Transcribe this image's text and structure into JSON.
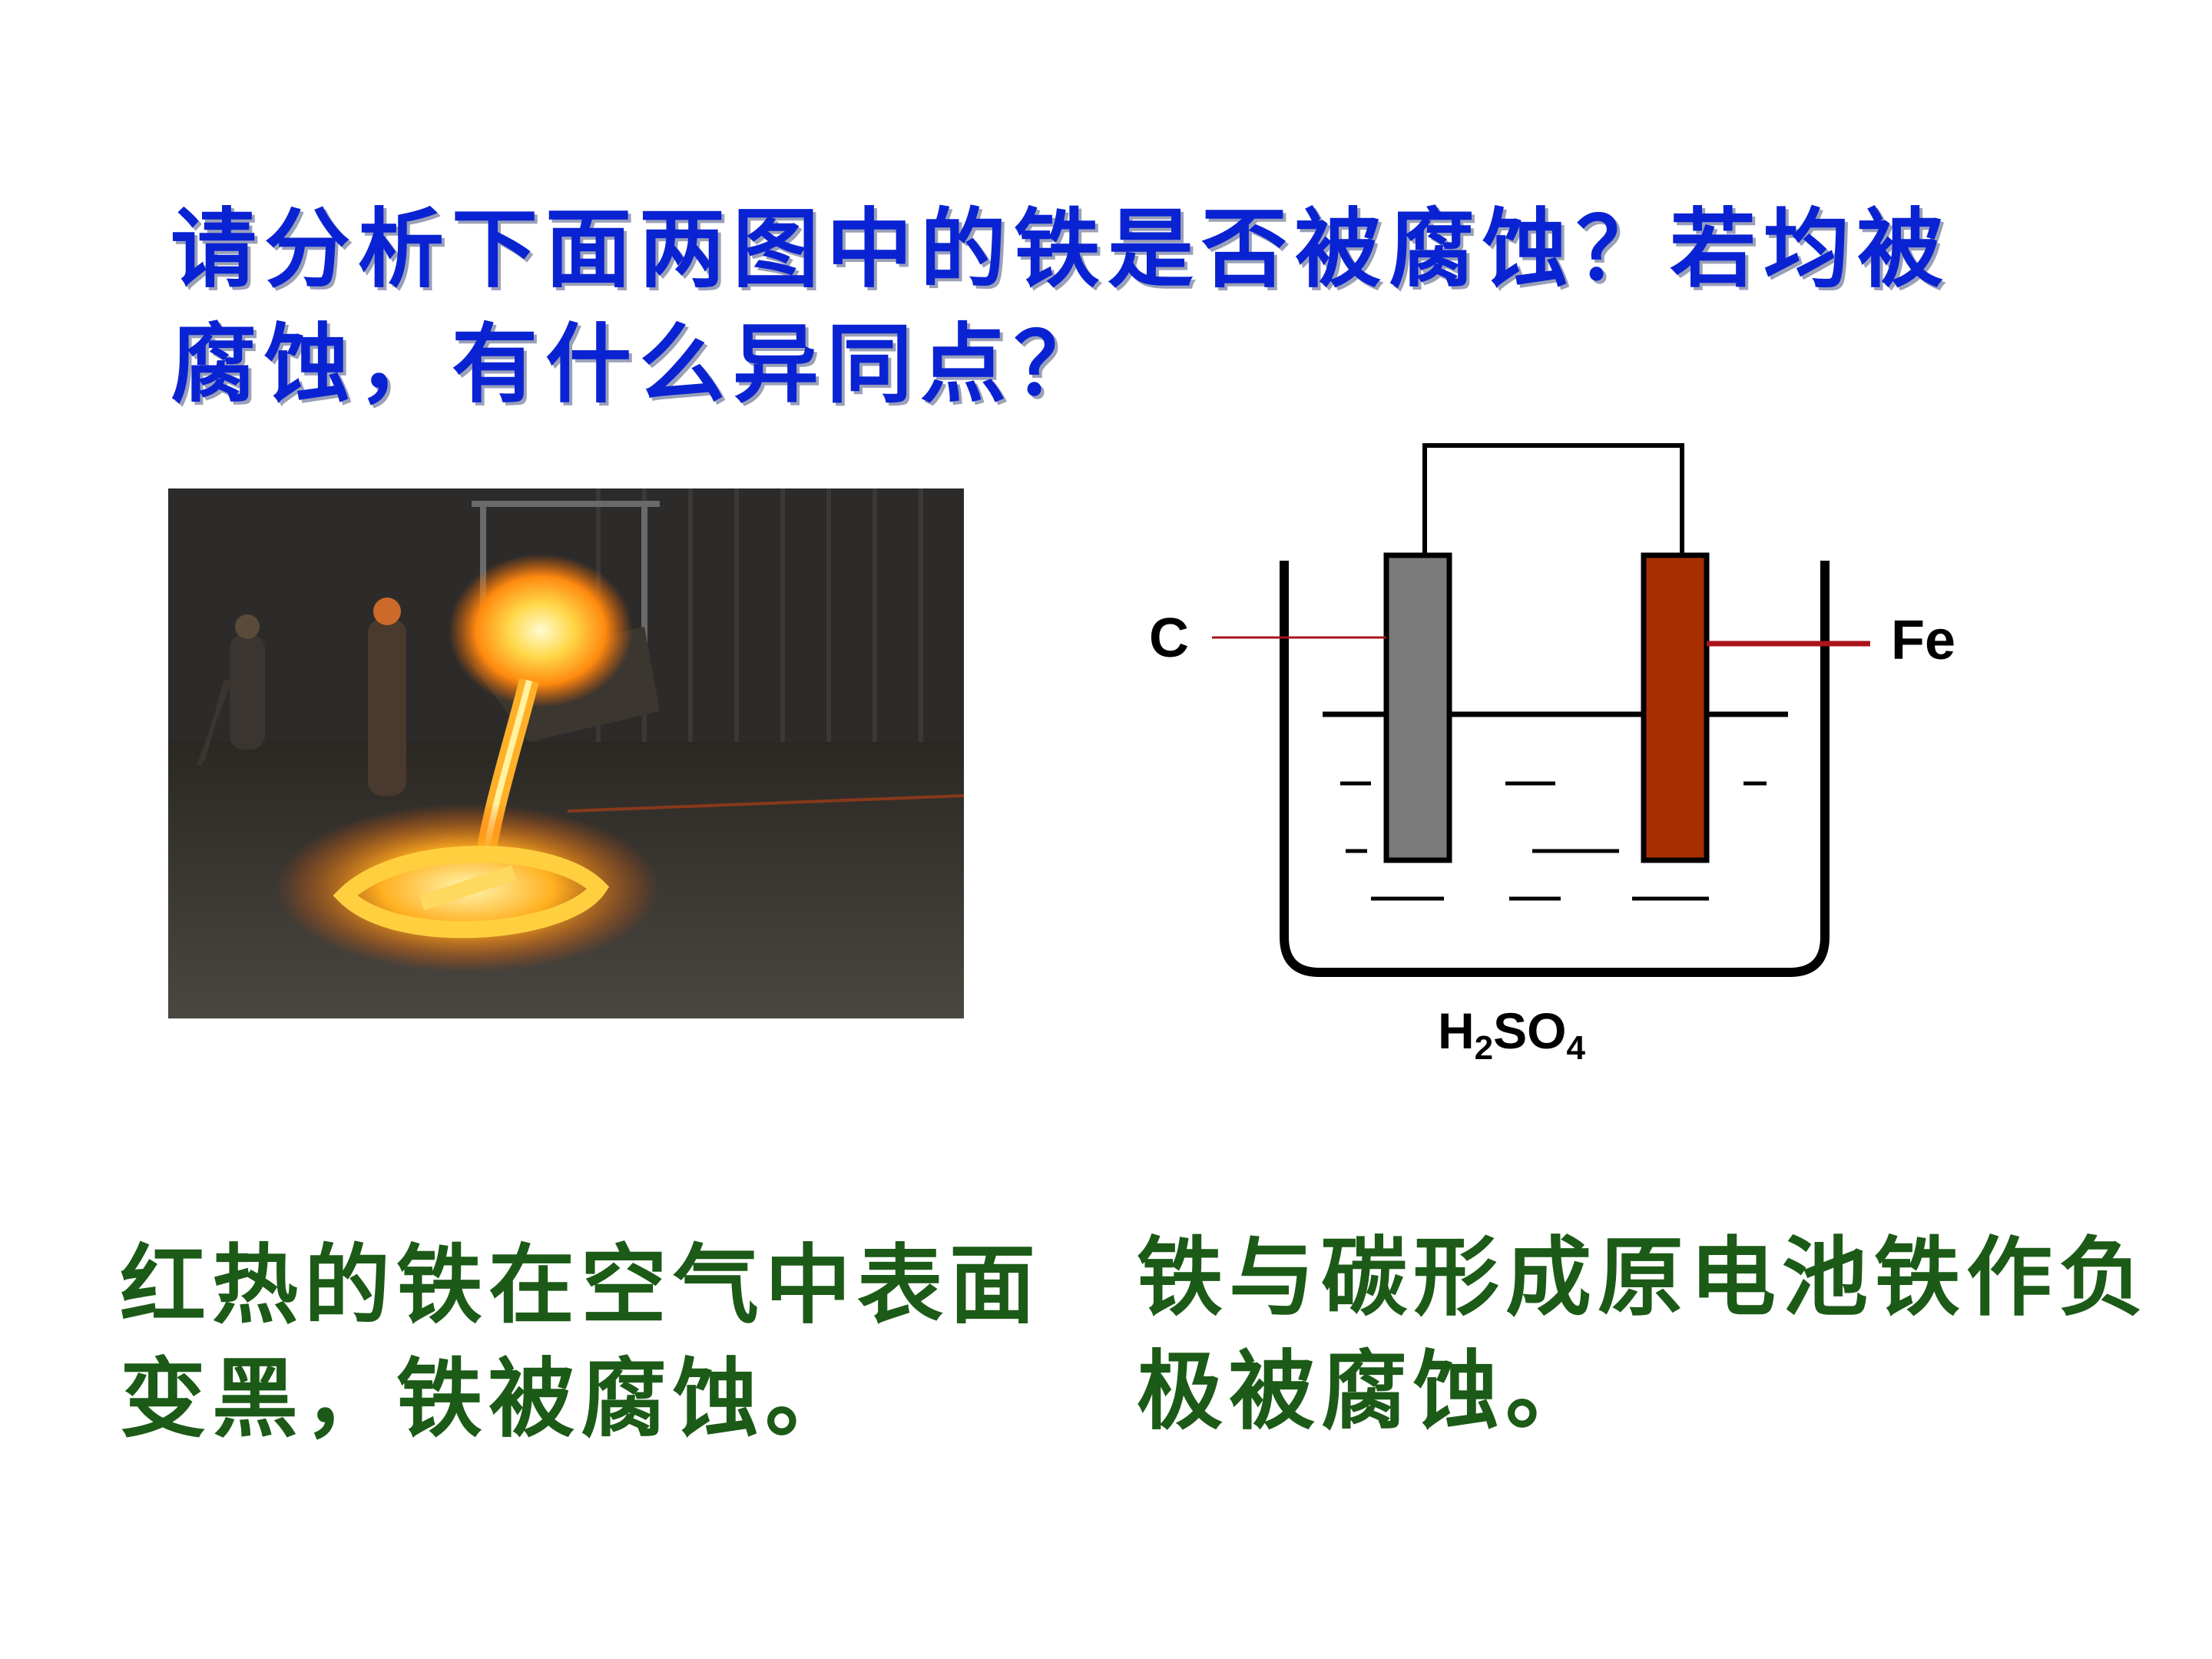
{
  "question": {
    "text": "请分析下面两图中的铁是否被腐蚀？若均被腐蚀，有什么异同点？"
  },
  "photo": {
    "description_icon": "molten-iron-pouring-photo"
  },
  "cell_diagram": {
    "left_electrode_label": "C",
    "right_electrode_label": "Fe",
    "electrolyte_main": "H",
    "electrolyte_sub1": "2",
    "electrolyte_mid": "SO",
    "electrolyte_sub2": "4",
    "colors": {
      "carbon": "#7a7a7a",
      "iron": "#a83000",
      "leader": "#a8151a"
    }
  },
  "captions": {
    "left": "红热的铁在空气中表面变黑，铁被腐蚀。",
    "right": "铁与碳形成原电池铁作负极被腐蚀。"
  }
}
